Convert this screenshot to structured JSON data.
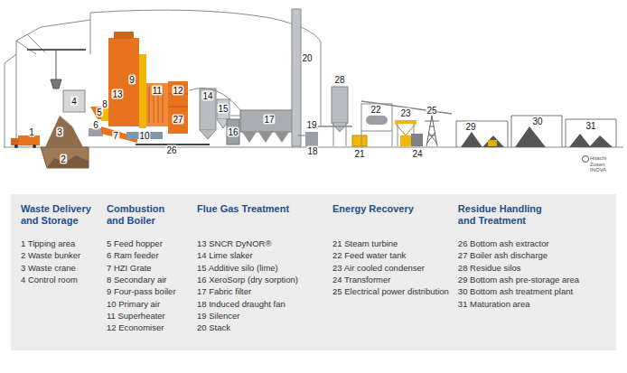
{
  "diagram": {
    "nodes": [
      {
        "text": [
          "Waste Delivery and Storage",
          "1 Tipping area",
          "2 Waste bunker",
          "3 Waste crane",
          "4 Control room",
          "Combustion and Boiler",
          "5 Feed hopper",
          "6 Ram feeder",
          "7 HZI Grate",
          "8 Secondary air",
          "9 Four-pass boiler",
          "10 Primary air",
          "11 Superheater",
          "12 Economiser",
          "Flue Gas Treatment",
          "13 SNCR DyNOR®",
          "14 Lime slaker",
          "15 Additive silo (lime)",
          "16 XeroSorp (dry sorption)",
          "17 Fabric filter",
          "18 Induced draught fan",
          "19 Silencer",
          "20 Stack",
          "Energy Recovery",
          "21 Steam turbine",
          "22 Feed water tank",
          "23 Air cooled condenser",
          "24 Transformer",
          "25 Electrical power distribution",
          "Residue Handling and Treatment",
          "26 Bottom ash extractor",
          "27 Boiler ash discharge",
          "28 Residue silos",
          "29 Bottom ash pre-storage area",
          "30 Bottom ash treatment plant",
          "31 Maturation area"
        ]
      }
    ],
    "labels": [
      "1",
      "2",
      "3",
      "4",
      "5",
      "6",
      "7",
      "8",
      "9",
      "10",
      "11",
      "12",
      "13",
      "14",
      "15",
      "16",
      "17",
      "18",
      "19",
      "20",
      "21",
      "22",
      "23",
      "24",
      "25",
      "26",
      "27",
      "28",
      "29",
      "30",
      "31",
      "Hitachi Zosen INOVA"
    ]
  }
}
